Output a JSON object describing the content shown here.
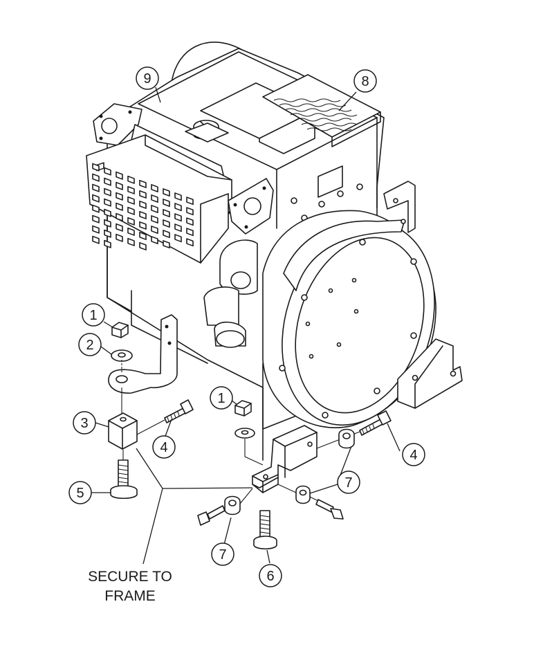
{
  "callouts": [
    {
      "id": "c9",
      "label": "9"
    },
    {
      "id": "c8",
      "label": "8"
    },
    {
      "id": "c1a",
      "label": "1"
    },
    {
      "id": "c2",
      "label": "2"
    },
    {
      "id": "c3",
      "label": "3"
    },
    {
      "id": "c4a",
      "label": "4"
    },
    {
      "id": "c5",
      "label": "5"
    },
    {
      "id": "c1b",
      "label": "1"
    },
    {
      "id": "c4b",
      "label": "4"
    },
    {
      "id": "c7a",
      "label": "7"
    },
    {
      "id": "c7b",
      "label": "7"
    },
    {
      "id": "c6",
      "label": "6"
    }
  ],
  "note": {
    "line1": "SECURE TO",
    "line2": "FRAME"
  },
  "colors": {
    "ink": "#1a1a1a",
    "paper": "#ffffff"
  }
}
